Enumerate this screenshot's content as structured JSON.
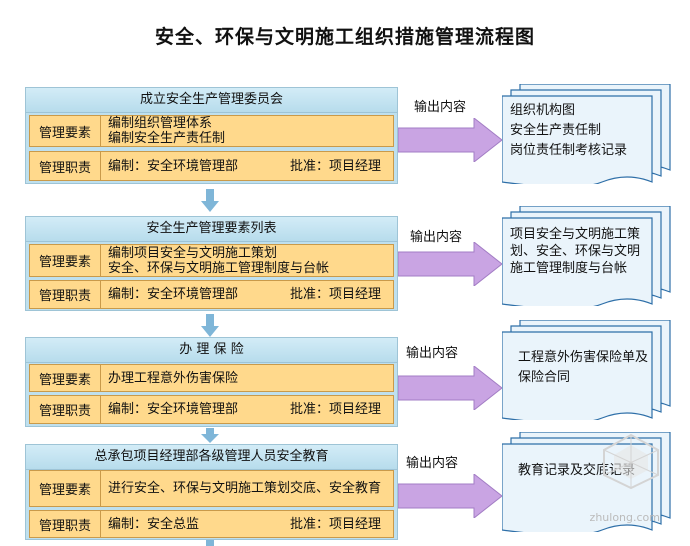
{
  "title": "安全、环保与文明施工组织措施管理流程图",
  "output_label": "输出内容",
  "row_labels": {
    "requirements": "管理要素",
    "duties": "管理职责"
  },
  "stages": [
    {
      "title": "成立安全生产管理委员会",
      "requirements": [
        "编制组织管理体系",
        "编制安全生产责任制"
      ],
      "compile": "编制：安全环境管理部",
      "approve": "批准：项目经理",
      "output": [
        "组织机构图",
        "安全生产责任制",
        "岗位责任制考核记录"
      ]
    },
    {
      "title": "安全生产管理要素列表",
      "requirements": [
        "编制项目安全与文明施工策划",
        "安全、环保与文明施工管理制度与台帐"
      ],
      "compile": "编制：安全环境管理部",
      "approve": "批准：项目经理",
      "output": [
        "项目安全与文明施工策划、安全、环保与文明施工管理制度与台帐"
      ]
    },
    {
      "title": "办 理 保 险",
      "requirements": [
        "办理工程意外伤害保险"
      ],
      "compile": "编制：安全环境管理部",
      "approve": "批准：项目经理",
      "output": [
        "工程意外伤害保险单及保险合同"
      ]
    },
    {
      "title": "总承包项目经理部各级管理人员安全教育",
      "requirements": [
        "进行安全、环保与文明施工策划交底、安全教育"
      ],
      "compile": "编制：安全总监",
      "approve": "批准：项目经理",
      "output": [
        "教育记录及交底记录"
      ]
    }
  ],
  "watermark": "zhulong.com",
  "colors": {
    "stage_bg": "#bfe0ee",
    "row_bg": "#ffd98c",
    "arrow": "#c9a4e3",
    "down_arrow": "#7fb6d8",
    "doc_bg": "#eaf4fb",
    "doc_border": "#2e6fa8"
  }
}
